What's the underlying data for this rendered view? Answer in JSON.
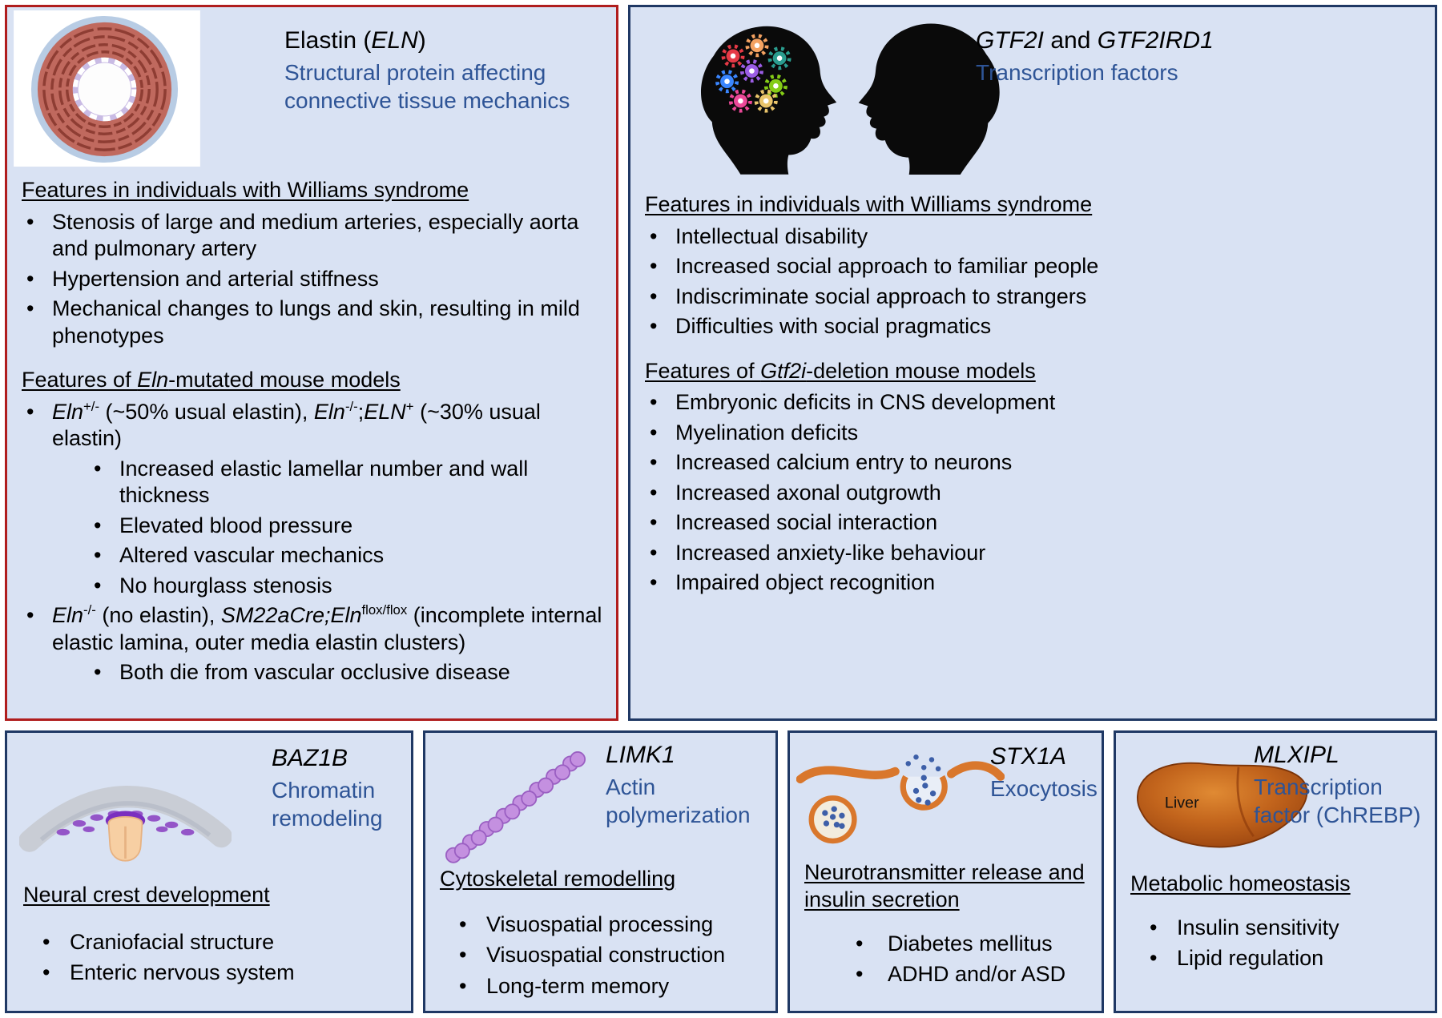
{
  "colors": {
    "panel_background": "#d9e2f3",
    "red_border": "#b01d1d",
    "navy_border": "#1f3864",
    "subtitle_blue": "#2e5496"
  },
  "panels": {
    "eln": {
      "title_rich": "Elastin (<i>ELN</i>)",
      "subtitle": "Structural protein affecting connective tissue mechanics",
      "ws_heading": "Features in individuals with Williams syndrome",
      "ws_features": [
        "Stenosis of large and medium arteries, especially aorta and pulmonary artery",
        "Hypertension and arterial stiffness",
        "Mechanical changes to lungs and skin, resulting in mild phenotypes"
      ],
      "mouse_heading_rich": "Features of <i>Eln</i>-mutated mouse models",
      "mouse_model_1_rich": "<i>Eln</i><sup>+/-</sup> (~50% usual elastin), <i>Eln</i><sup>-/-</sup>;<i>ELN</i><sup>+</sup> (~30% usual elastin)",
      "mouse_model_1_sub": [
        "Increased elastic lamellar number and wall thickness",
        "Elevated blood pressure",
        "Altered vascular mechanics",
        "No hourglass stenosis"
      ],
      "mouse_model_2_rich": "<i>Eln</i><sup>-/-</sup> (no elastin), <i>SM22aCre;Eln</i><sup>flox/flox</sup> (incomplete internal elastic lamina, outer media elastin clusters)",
      "mouse_model_2_sub": [
        "Both die from vascular occlusive disease"
      ]
    },
    "gtf2i": {
      "title_rich": "<i>GTF2I</i> and <i>GTF2IRD1</i>",
      "subtitle": "Transcription factors",
      "ws_heading": "Features in individuals with Williams syndrome",
      "ws_features": [
        "Intellectual disability",
        "Increased social approach to familiar people",
        "Indiscriminate social approach to strangers",
        "Difficulties with social pragmatics"
      ],
      "mouse_heading_rich": "Features of <i>Gtf2i</i>-deletion mouse models",
      "mouse_features": [
        "Embryonic deficits in CNS development",
        "Myelination deficits",
        "Increased calcium entry to neurons",
        "Increased axonal outgrowth",
        "Increased social interaction",
        "Increased anxiety-like behaviour",
        "Impaired object recognition"
      ]
    },
    "baz1b": {
      "title": "BAZ1B",
      "subtitle": "Chromatin remodeling",
      "heading": "Neural crest development",
      "features": [
        "Craniofacial structure",
        "Enteric nervous system"
      ]
    },
    "limk1": {
      "title": "LIMK1",
      "subtitle": "Actin polymerization",
      "heading": "Cytoskeletal remodelling",
      "features": [
        "Visuospatial processing",
        "Visuospatial construction",
        "Long-term memory"
      ]
    },
    "stx1a": {
      "title": "STX1A",
      "subtitle": "Exocytosis",
      "heading": "Neurotransmitter release and insulin secretion",
      "features": [
        "Diabetes mellitus",
        "ADHD and/or ASD"
      ]
    },
    "mlxipl": {
      "title": "MLXIPL",
      "subtitle": "Transcription factor (ChREBP)",
      "organ_label": "Liver",
      "heading": "Metabolic homeostasis",
      "features": [
        "Insulin sensitivity",
        "Lipid regulation"
      ]
    }
  }
}
